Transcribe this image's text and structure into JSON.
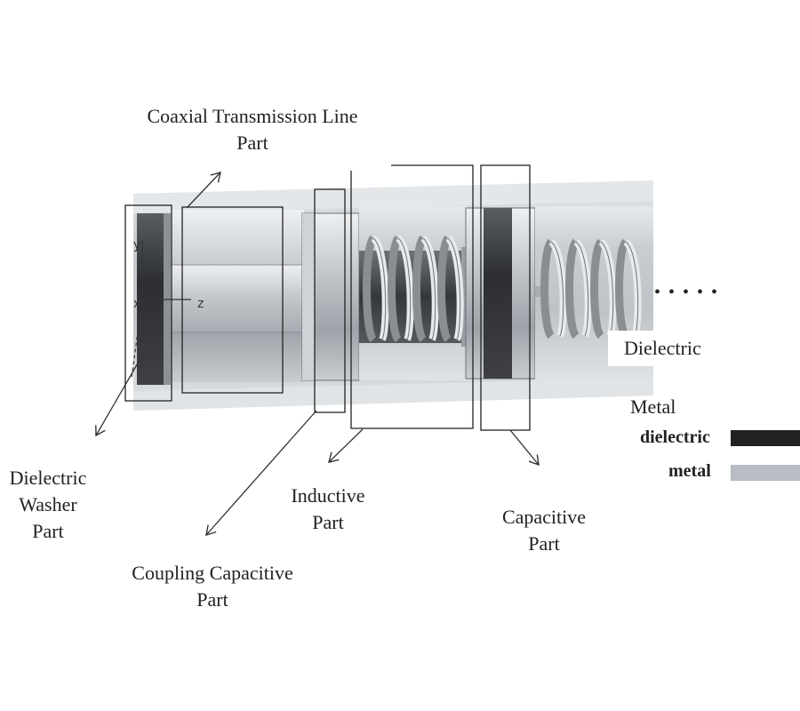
{
  "labels": {
    "coaxial": [
      "Coaxial Transmission Line",
      "Part"
    ],
    "washer": [
      "Dielectric",
      "Washer",
      "Part"
    ],
    "coupling": [
      "Coupling Capacitive",
      "Part"
    ],
    "inductive": [
      "Inductive",
      "Part"
    ],
    "capacitive": [
      "Capacitive",
      "Part"
    ],
    "dielectric": "Dielectric",
    "metal": "Metal",
    "continuation": "• • • • •"
  },
  "axes": {
    "y": "y",
    "x": "x",
    "z": "z"
  },
  "legend": {
    "items": [
      {
        "label": "dielectric",
        "color": "#222222"
      },
      {
        "label": "metal",
        "color": "#b8bcc4"
      }
    ]
  },
  "colors": {
    "outer_tube": "#d2d6da",
    "metal_light": "#dcdfe2",
    "metal_mid": "#aeb2b8",
    "metal_dark": "#7c8086",
    "dielectric": "#2a2c2e",
    "outline": "#222222"
  }
}
